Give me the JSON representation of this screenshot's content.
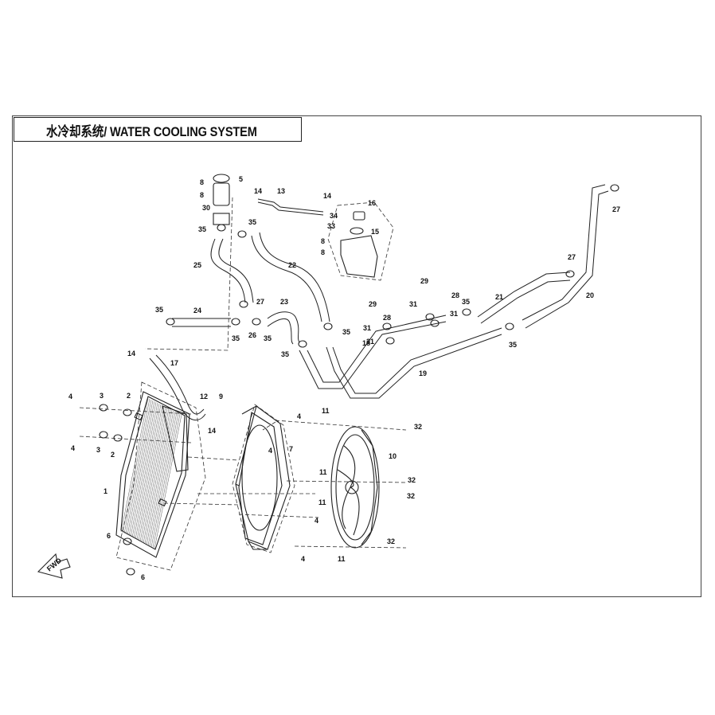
{
  "diagram": {
    "title": "水冷却系统/ WATER COOLING SYSTEM",
    "fwd_label": "FWD"
  },
  "callouts": [
    {
      "id": "c5",
      "text": "5"
    },
    {
      "id": "c8a",
      "text": "8"
    },
    {
      "id": "c8b",
      "text": "8"
    },
    {
      "id": "c30",
      "text": "30"
    },
    {
      "id": "c35a",
      "text": "35"
    },
    {
      "id": "c35b",
      "text": "35"
    },
    {
      "id": "c14a",
      "text": "14"
    },
    {
      "id": "c13",
      "text": "13"
    },
    {
      "id": "c14b",
      "text": "14"
    },
    {
      "id": "c16",
      "text": "16"
    },
    {
      "id": "c34",
      "text": "34"
    },
    {
      "id": "c33",
      "text": "33"
    },
    {
      "id": "c15",
      "text": "15"
    },
    {
      "id": "c8c",
      "text": "8"
    },
    {
      "id": "c8d",
      "text": "8"
    },
    {
      "id": "c22",
      "text": "22"
    },
    {
      "id": "c25",
      "text": "25"
    },
    {
      "id": "c27a",
      "text": "27"
    },
    {
      "id": "c27b",
      "text": "27"
    },
    {
      "id": "c27c",
      "text": "27"
    },
    {
      "id": "c35c",
      "text": "35"
    },
    {
      "id": "c24",
      "text": "24"
    },
    {
      "id": "c35d",
      "text": "35"
    },
    {
      "id": "c26",
      "text": "26"
    },
    {
      "id": "c35e",
      "text": "35"
    },
    {
      "id": "c23",
      "text": "23"
    },
    {
      "id": "c35f",
      "text": "35"
    },
    {
      "id": "c35g",
      "text": "35"
    },
    {
      "id": "c29a",
      "text": "29"
    },
    {
      "id": "c28a",
      "text": "28"
    },
    {
      "id": "c29b",
      "text": "29"
    },
    {
      "id": "c31a",
      "text": "31"
    },
    {
      "id": "c28b",
      "text": "28"
    },
    {
      "id": "c31b",
      "text": "31"
    },
    {
      "id": "c31c",
      "text": "31"
    },
    {
      "id": "c31d",
      "text": "31"
    },
    {
      "id": "c35h",
      "text": "35"
    },
    {
      "id": "c21",
      "text": "21"
    },
    {
      "id": "c20",
      "text": "20"
    },
    {
      "id": "c35i",
      "text": "35"
    },
    {
      "id": "c18",
      "text": "18"
    },
    {
      "id": "c19",
      "text": "19"
    },
    {
      "id": "c14c",
      "text": "14"
    },
    {
      "id": "c17",
      "text": "17"
    },
    {
      "id": "c4a",
      "text": "4"
    },
    {
      "id": "c3a",
      "text": "3"
    },
    {
      "id": "c2a",
      "text": "2"
    },
    {
      "id": "c12",
      "text": "12"
    },
    {
      "id": "c9",
      "text": "9"
    },
    {
      "id": "c14d",
      "text": "14"
    },
    {
      "id": "c4b",
      "text": "4"
    },
    {
      "id": "c3b",
      "text": "3"
    },
    {
      "id": "c2b",
      "text": "2"
    },
    {
      "id": "c1",
      "text": "1"
    },
    {
      "id": "c6a",
      "text": "6"
    },
    {
      "id": "c6b",
      "text": "6"
    },
    {
      "id": "c4c",
      "text": "4"
    },
    {
      "id": "c11a",
      "text": "11"
    },
    {
      "id": "c32a",
      "text": "32"
    },
    {
      "id": "c4d",
      "text": "4"
    },
    {
      "id": "c7",
      "text": "7"
    },
    {
      "id": "c10",
      "text": "10"
    },
    {
      "id": "c11b",
      "text": "11"
    },
    {
      "id": "c32b",
      "text": "32"
    },
    {
      "id": "c11c",
      "text": "11"
    },
    {
      "id": "c32c",
      "text": "32"
    },
    {
      "id": "c4e",
      "text": "4"
    },
    {
      "id": "c11d",
      "text": "11"
    },
    {
      "id": "c32d",
      "text": "32"
    },
    {
      "id": "c4f",
      "text": "4"
    }
  ]
}
